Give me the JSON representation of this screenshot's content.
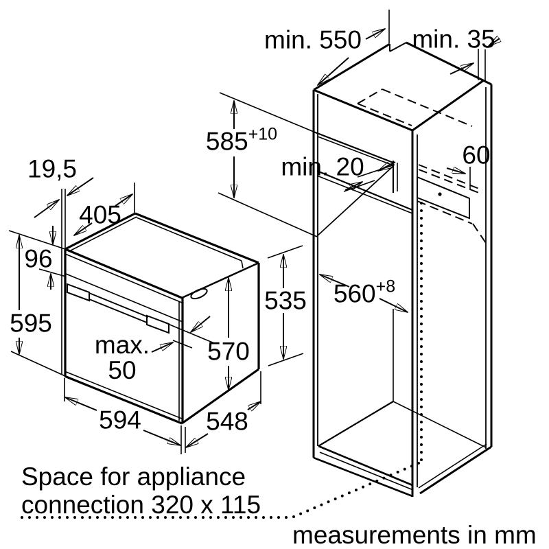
{
  "oven": {
    "control_panel_depth": "19,5",
    "top_depth": "405",
    "control_panel_height": "96",
    "total_height": "595",
    "handle_max_label": "max.",
    "handle_max_value": "50",
    "width": "594",
    "body_depth": "548",
    "rear_height": "535",
    "front_height": "570"
  },
  "cabinet": {
    "min_depth": "min. 550",
    "rear_wall_gap": "min. 35",
    "niche_height": "585",
    "niche_height_tolerance": "+10",
    "rear_clearance": "min. 20",
    "vent_width": "60",
    "niche_width": "560",
    "niche_width_tolerance": "+8"
  },
  "notes": {
    "connection_space_line1": "Space for appliance",
    "connection_space_line2": "connection 320 x 115",
    "units": "measurements in mm"
  }
}
